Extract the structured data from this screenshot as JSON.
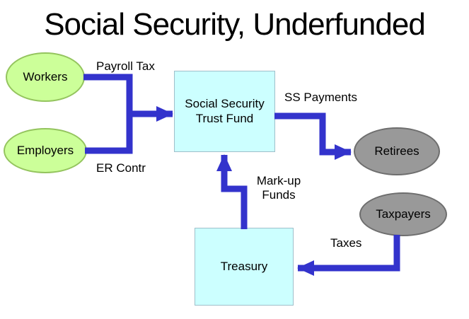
{
  "title": "Social Security, Underfunded",
  "nodes": {
    "workers": "Workers",
    "employers": "Employers",
    "trust_fund": "Social Security\nTrust Fund",
    "retirees": "Retirees",
    "taxpayers": "Taxpayers",
    "treasury": "Treasury"
  },
  "edge_labels": {
    "payroll_tax": "Payroll Tax",
    "er_contr": "ER Contr",
    "ss_payments": "SS Payments",
    "markup_funds": "Mark-up\nFunds",
    "taxes": "Taxes"
  },
  "colors": {
    "arrow": "#3333cc",
    "green_node_fill": "#ccff99",
    "green_node_border": "#94c45e",
    "gray_node_fill": "#999999",
    "gray_node_border": "#6e6e6e",
    "box_fill": "#ccffff",
    "box_border": "#9fbfca",
    "background": "#ffffff",
    "text": "#000000"
  }
}
